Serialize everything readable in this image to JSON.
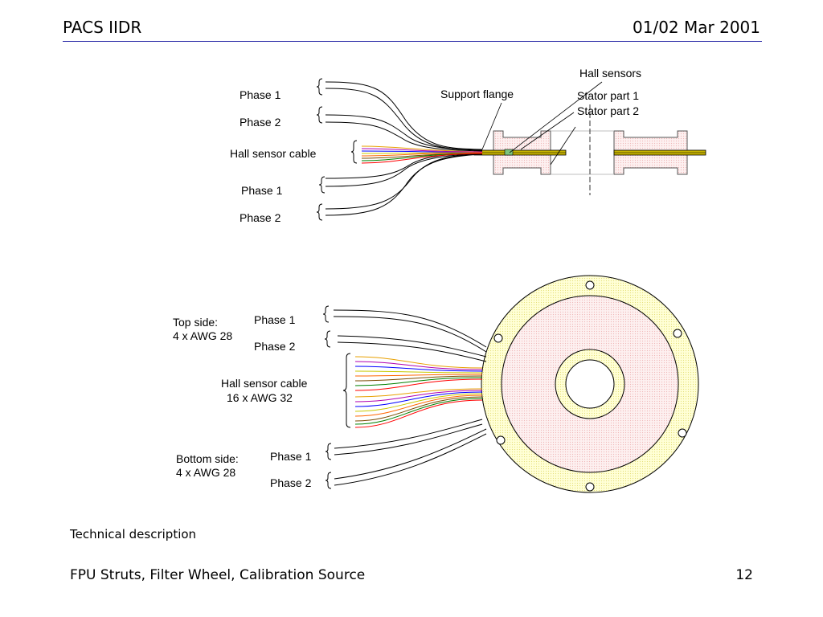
{
  "header": {
    "title": "PACS IIDR",
    "date": "01/02 Mar 2001"
  },
  "side_view": {
    "labels": {
      "phase1_top": "Phase 1",
      "phase2_top": "Phase 2",
      "hall_cable": "Hall sensor cable",
      "phase1_bottom": "Phase 1",
      "phase2_bottom": "Phase 2",
      "support_flange": "Support flange",
      "hall_sensors": "Hall sensors",
      "stator1": "Stator part 1",
      "stator2": "Stator part 2"
    }
  },
  "face_view": {
    "labels": {
      "top_side": "Top side:",
      "top_awg": "4 x AWG 28",
      "phase1_top": "Phase 1",
      "phase2_top": "Phase 2",
      "hall_cable": "Hall sensor cable",
      "hall_awg": "16 x AWG 32",
      "bottom_side": "Bottom side:",
      "bottom_awg": "4 x AWG 28",
      "phase1_bottom": "Phase 1",
      "phase2_bottom": "Phase 2"
    }
  },
  "caption": "Technical description",
  "footer": {
    "title": "FPU Struts, Filter Wheel, Calibration Source",
    "page": "12"
  },
  "colors": {
    "rule": "#2e2ea8",
    "ring_fill": "#ffffcc",
    "stator_fill": "#fbe3e3",
    "flange": "#c8b400"
  },
  "wire_colors": [
    "#e8a000",
    "#b000b0",
    "#0000ff",
    "#c8c800",
    "#ff6600",
    "#7a4a00",
    "#008000",
    "#ff0000"
  ]
}
